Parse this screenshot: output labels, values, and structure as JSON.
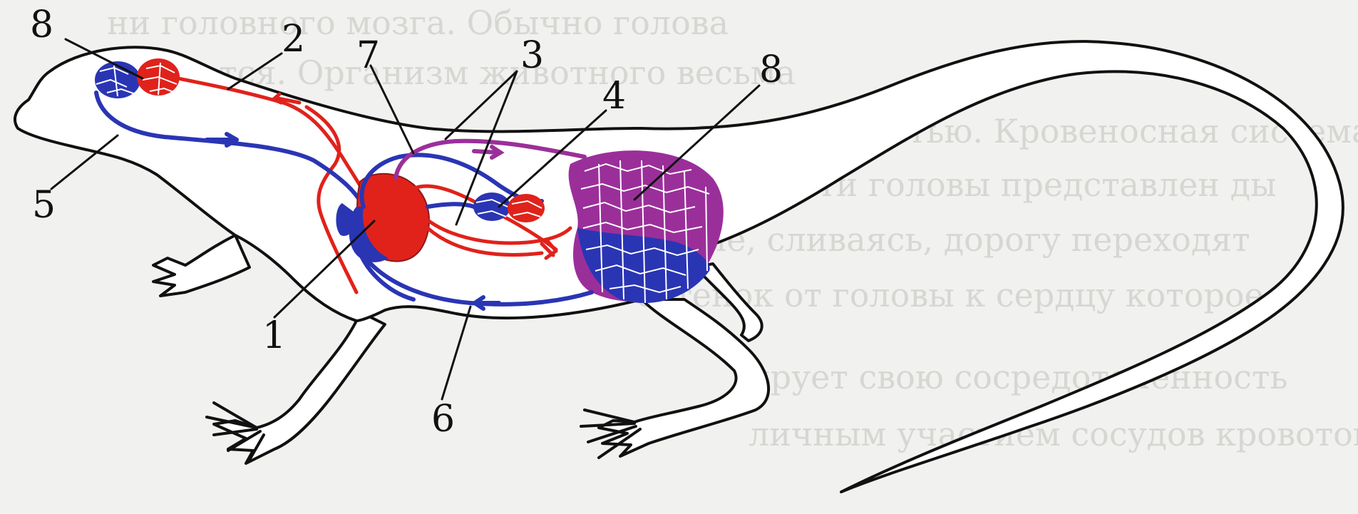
{
  "labels": {
    "heart": "1",
    "carotid_artery": "2",
    "aortic_arches": "3",
    "pulmonary_vessel": "4",
    "jugular_vein": "5",
    "posterior_vena_cava": "6",
    "anterior_vena_cava": "7",
    "head_capillaries": "8",
    "body_capillaries": "8"
  },
  "colors": {
    "arterial": "#e0221b",
    "venous": "#2a35b4",
    "mixed": "#9b2f9a",
    "outline": "#111111",
    "background": "#f1f1ef"
  },
  "background_text": [
    "ни головного мозга. Обычно голова",
    "ется. Организм животного весьма",
    "нью жидкостью. Кровеносная система",
    "ной части головы представлен ды",
    "торые, сливаясь, дорогу переходят",
    "о оттенок от головы к сердцу которое",
    "ирует свою сосредоточенность",
    "личным участием сосудов кровоток"
  ]
}
